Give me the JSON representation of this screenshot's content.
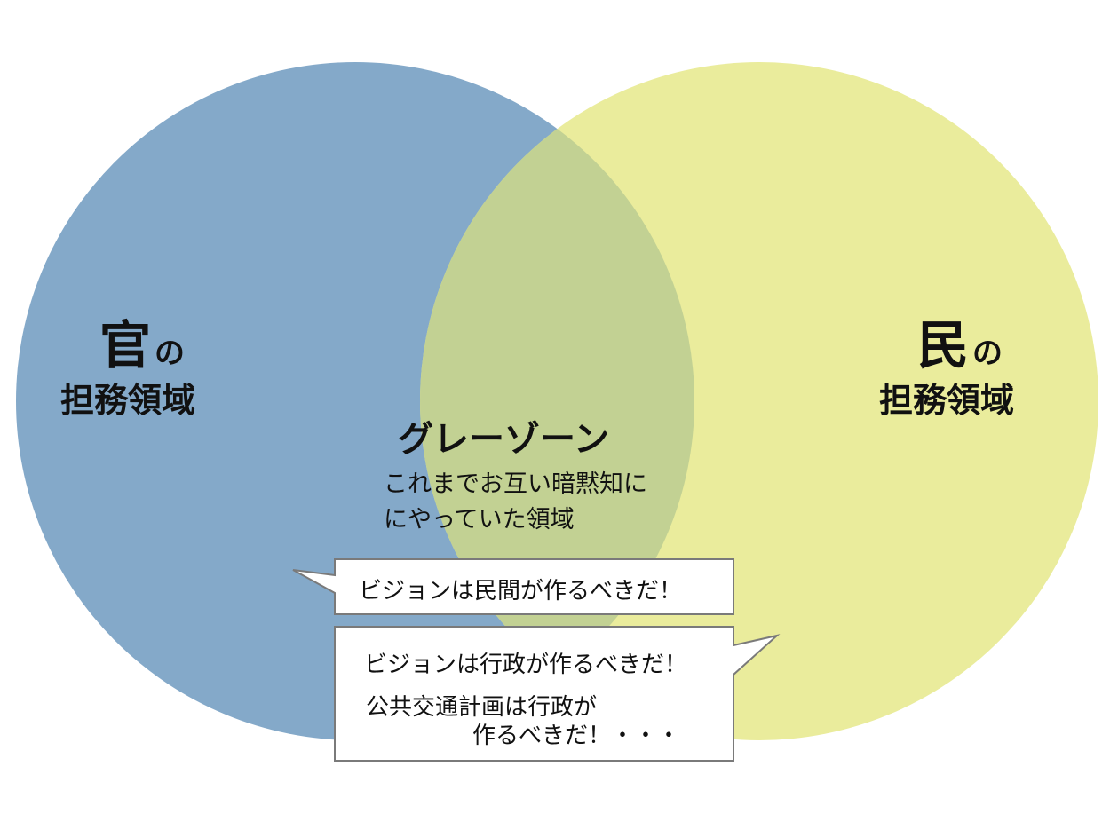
{
  "left_domain": {
    "kanji": "官",
    "particle": "の",
    "label": "担務領域",
    "color": "#84a9c9"
  },
  "right_domain": {
    "kanji": "民",
    "particle": "の",
    "label": "担務領域",
    "color": "#eaec9c"
  },
  "overlap": {
    "color": "#c2d193",
    "title": "グレーゾーン",
    "description_line1": "これまでお互い暗黙知に",
    "description_line2": "にやっていた領域"
  },
  "bubble_left": {
    "text": "ビジョンは民間が作るべきだ！"
  },
  "bubble_right": {
    "line1": "ビジョンは行政が作るべきだ！",
    "line2": "公共交通計画は行政が",
    "line3": "作るべきだ！・・・"
  }
}
